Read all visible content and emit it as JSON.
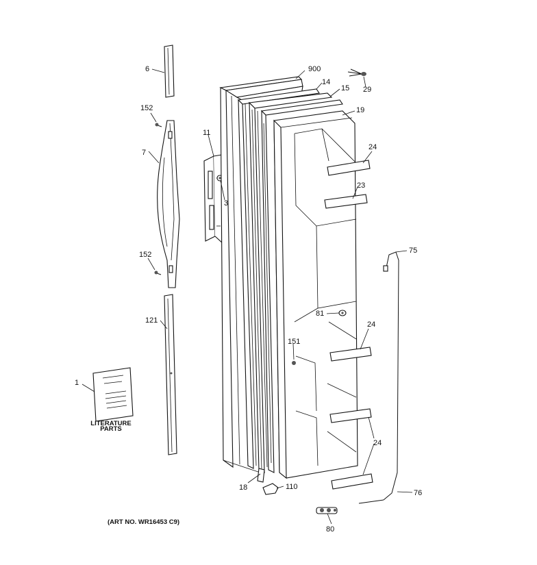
{
  "callouts": [
    "900",
    "29",
    "14",
    "15",
    "19",
    "6",
    "152",
    "7",
    "11",
    "3",
    "24",
    "23",
    "75",
    "152",
    "121",
    "81",
    "24",
    "151",
    "1",
    "24",
    "18",
    "110",
    "76",
    "80"
  ],
  "literature_card": {
    "label_line1": "LITERATURE",
    "label_line2": "PARTS"
  },
  "art_number": "(ART NO. WR16453 C9)"
}
